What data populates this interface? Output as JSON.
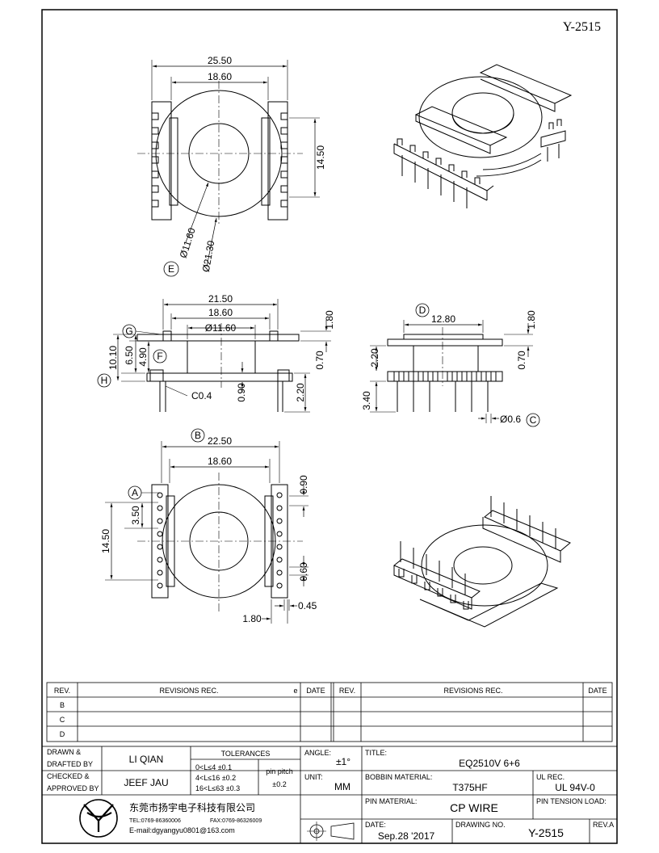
{
  "header": {
    "drawing_number": "Y-2515"
  },
  "top_view": {
    "overall_width": "25.50",
    "inner_width": "18.60",
    "height": "14.50",
    "hole_diameter": "Ø11.60",
    "outer_diameter": "Ø21.30",
    "ref_label": "E"
  },
  "front_view": {
    "overall_width": "21.50",
    "inner_width": "18.60",
    "hole_diameter": "Ø11.60",
    "top_flange": "1.80",
    "flange_gap": "0.70",
    "height_total": "10.10",
    "height_upper": "6.50",
    "height_inner": "4.90",
    "bottom_flange": "0.90",
    "pin_length": "2.20",
    "chamfer": "C0.4",
    "ref_g": "G",
    "ref_f": "F",
    "ref_h": "H"
  },
  "side_view": {
    "width": "12.80",
    "top_flange": "1.80",
    "flange_gap": "0.70",
    "pin_height": "2.20",
    "pin_length": "3.40",
    "pin_diameter": "Ø0.6",
    "ref_d": "D",
    "ref_c": "C"
  },
  "bottom_view": {
    "overall_width": "22.50",
    "inner_width": "18.60",
    "height": "14.50",
    "pin_pitch_dim": "3.50",
    "top_gap": "0.90",
    "slot_width": "0.60",
    "slot_gap": "0.45",
    "side_width": "1.80",
    "ref_a": "A",
    "ref_b": "B"
  },
  "revisions": {
    "left_headers": {
      "rev": "REV.",
      "revisions": "REVISIONS  REC.",
      "mark": "e",
      "date": "DATE"
    },
    "right_headers": {
      "rev": "REV.",
      "revisions": "REVISIONS  REC.",
      "date": "DATE"
    },
    "rows": [
      "B",
      "C",
      "D"
    ]
  },
  "title_block": {
    "drawn_label_1": "DRAWN &",
    "drawn_label_2": "DRAFTED BY",
    "drawn_by": "LI QIAN",
    "checked_label_1": "CHECKED &",
    "checked_label_2": "APPROVED BY",
    "checked_by": "JEEF JAU",
    "tolerances_label": "TOLERANCES",
    "tol_1": "0<L≤4   ±0.1",
    "tol_2": "4<L≤16  ±0.2",
    "tol_3": "16<L≤63 ±0.3",
    "pin_pitch_label": "pin pitch",
    "pin_pitch_tol": "±0.2",
    "angle_label": "ANGLE:",
    "angle_value": "±1°",
    "unit_label": "UNIT:",
    "unit_value": "MM",
    "title_label": "TITLE:",
    "title_value": "EQ2510V 6+6",
    "bobbin_material_label": "BOBBIN MATERIAL:",
    "bobbin_material": "T375HF",
    "ul_rec_label": "UL REC.",
    "ul_rec": "UL 94V-0",
    "pin_material_label": "PIN MATERIAL:",
    "pin_material": "CP WIRE",
    "pin_tension_label": "PIN TENSION LOAD:",
    "date_label": "DATE:",
    "date_value": "Sep.28 '2017",
    "drawing_no_label": "DRAWING NO.",
    "drawing_no": "Y-2515",
    "rev_label": "REV.A",
    "company_name": "东莞市扬宇电子科技有限公司",
    "company_tel": "TEL:0769-86360006",
    "company_fax": "FAX:0769-86326009",
    "company_email": "E-mail:dgyangyu0801@163.com"
  }
}
